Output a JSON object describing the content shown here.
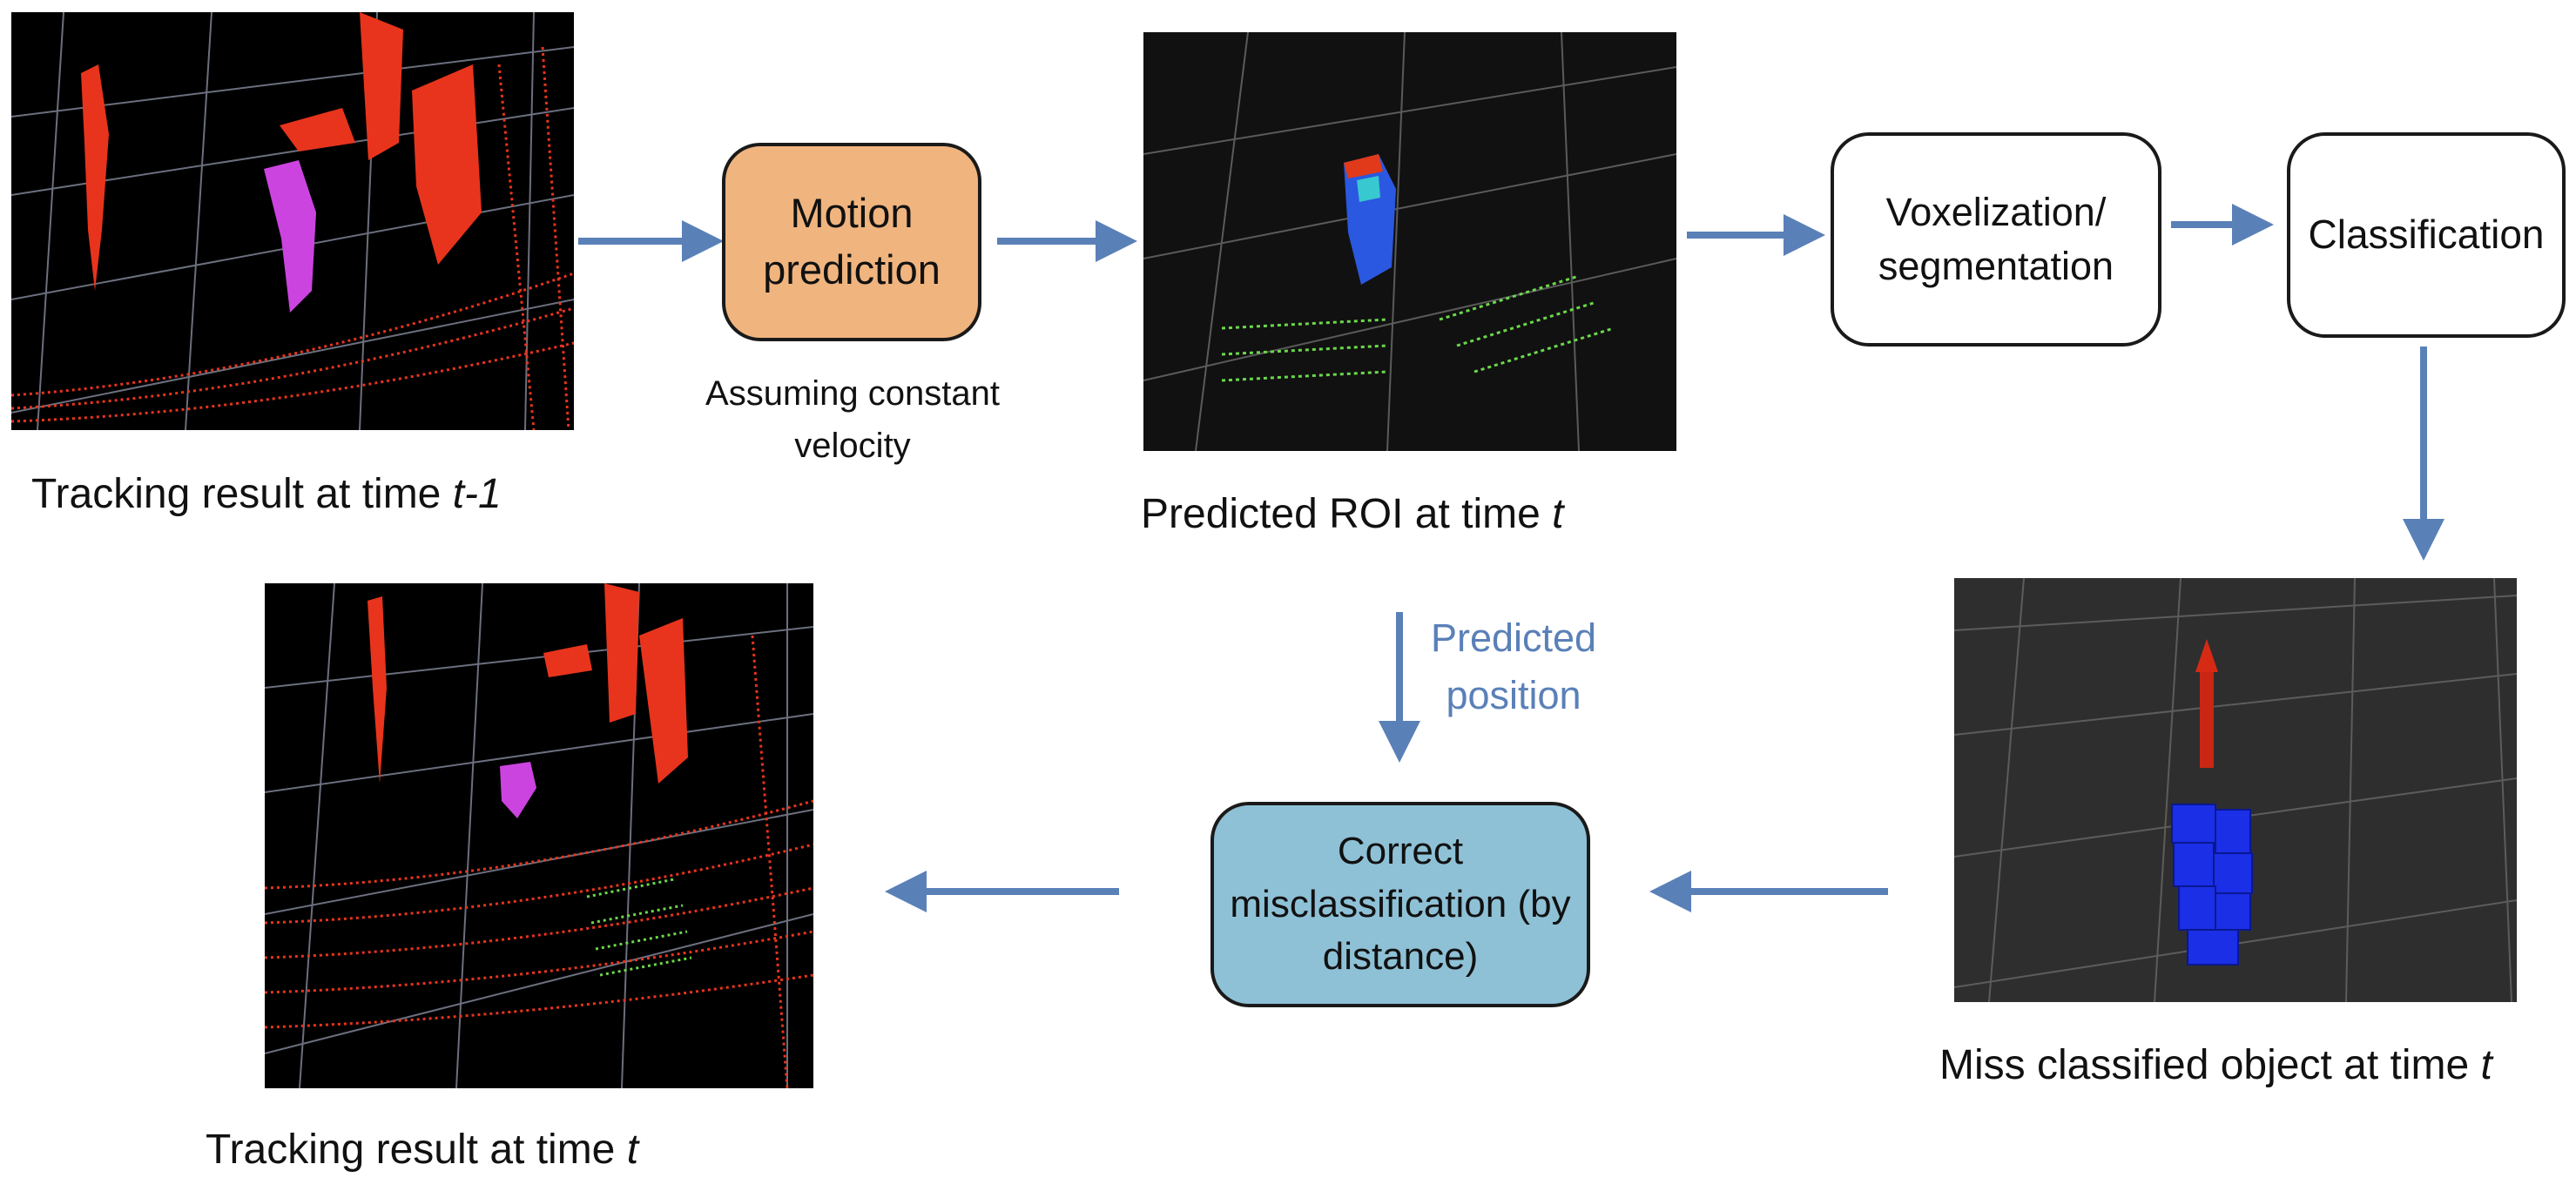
{
  "colors": {
    "arrow": "#5a80b8",
    "motion_box": "#f0b47e",
    "correct_box": "#8ec1d6",
    "note_text": "#5a80b8",
    "cloud_red": "#e8341c",
    "cloud_magenta": "#cc44e0",
    "cloud_green": "#6bd84a",
    "voxel_blue": "#1a2fe6",
    "arrow_red": "#d62a14"
  },
  "nodes": {
    "motion_prediction": "Motion prediction",
    "voxelization": "Voxelization/ segmentation",
    "classification": "Classification",
    "correct": "Correct misclassification (by distance)"
  },
  "notes": {
    "assumption": "Assuming constant velocity",
    "predicted_position": "Predicted position"
  },
  "captions": {
    "prev_text": "Tracking result at time ",
    "prev_var": "t-1",
    "roi_text": "Predicted ROI at time ",
    "roi_var": "t",
    "miss_text": "Miss classified object at time ",
    "miss_var": "t",
    "final_text": "Tracking result at time ",
    "final_var": "t"
  },
  "images": {
    "prev": "point-cloud",
    "roi": "point-cloud",
    "miss": "voxel-render",
    "final": "point-cloud"
  }
}
